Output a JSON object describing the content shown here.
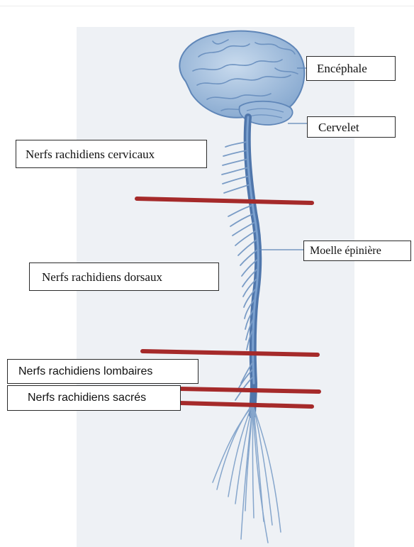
{
  "labels": {
    "encephale": "Encéphale",
    "cervelet": "Cervelet",
    "cervicaux": "Nerfs rachidiens cervicaux",
    "moelle": "Moelle épinière",
    "dorsaux": "Nerfs rachidiens dorsaux",
    "lombaires": "Nerfs rachidiens lombaires",
    "sacres": "Nerfs rachidiens sacrés"
  },
  "colors": {
    "nerve_blue": "#5f86b8",
    "brain_fill": "#a9c2de",
    "divider_red": "#a52a2a",
    "panel": "#eef1f5"
  },
  "icons": [
    "brain-icon",
    "spinal-cord-icon"
  ]
}
